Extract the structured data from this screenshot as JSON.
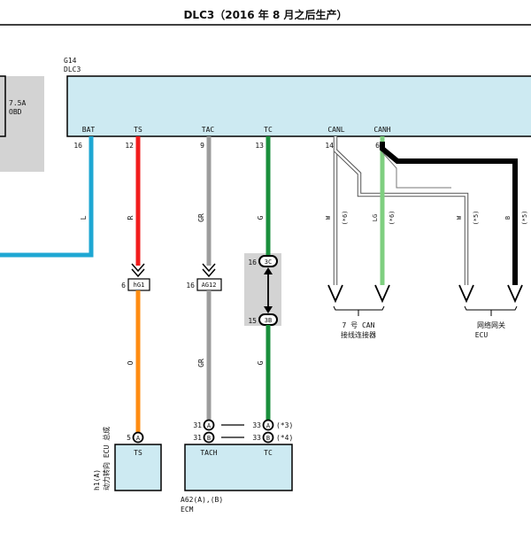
{
  "title": "DLC3（2016 年 8 月之后生产）",
  "dlc3": {
    "code": "G14",
    "name": "DLC3"
  },
  "fuse": {
    "rating": "7.5A",
    "name": "OBD"
  },
  "pins": [
    {
      "name": "BAT",
      "num": "16"
    },
    {
      "name": "TS",
      "num": "12"
    },
    {
      "name": "TAC",
      "num": "9"
    },
    {
      "name": "TC",
      "num": "13"
    },
    {
      "name": "CANL",
      "num": "14"
    },
    {
      "name": "CANH",
      "num": "6"
    }
  ],
  "wires": {
    "bat": "L",
    "ts": "R",
    "tac": "GR",
    "tc": "G",
    "canl_1": "W",
    "canl_1_note": "(*6)",
    "canh_1": "LG",
    "canh_1_note": "(*6)",
    "canl_2": "W",
    "canl_2_note": "(*5)",
    "canh_2": "B",
    "canh_2_note": "(*5)",
    "ts_lower": "O",
    "tac_lower": "GR",
    "tc_lower": "G"
  },
  "connectors": {
    "hg1": {
      "pin": "6",
      "label": "hG1"
    },
    "ag12": {
      "pin": "16",
      "label": "AG12"
    },
    "c3c": {
      "pin": "16",
      "label": "3C"
    },
    "c3b": {
      "pin": "15",
      "label": "3B"
    }
  },
  "destinations": {
    "can7_line1": "7 号 CAN",
    "can7_line2": "接线连接器",
    "gw_line1": "网络网关",
    "gw_line2": "ECU"
  },
  "ecu_steer": {
    "pin_num": "5",
    "pin_letter": "A",
    "port": "TS",
    "code": "h1(A)",
    "name_line1": "动力转向 ECU 总成"
  },
  "ecm": {
    "rows": [
      {
        "left_num": "31",
        "left_letter": "A",
        "right_num": "33",
        "right_letter": "A",
        "note": "(*3)"
      },
      {
        "left_num": "31",
        "left_letter": "B",
        "right_num": "33",
        "right_letter": "B",
        "note": "(*4)"
      }
    ],
    "port_left": "TACH",
    "port_right": "TC",
    "code": "A62(A),(B)",
    "name": "ECM"
  }
}
